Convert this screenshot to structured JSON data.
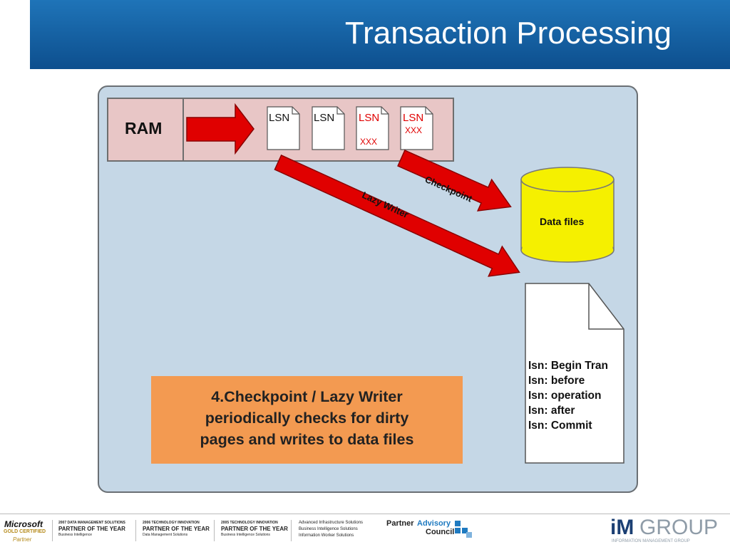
{
  "title": "Transaction Processing",
  "diagram": {
    "ram_label": "RAM",
    "pages": [
      {
        "label": "LSN",
        "sub": ""
      },
      {
        "label": "LSN",
        "sub": ""
      },
      {
        "label": "LSN",
        "sub": "XXX"
      },
      {
        "label": "LSN",
        "sub": "XXX"
      }
    ],
    "checkpoint_label": "Checkpoint",
    "lazy_writer_label": "Lazy Writer",
    "data_files_label": "Data files",
    "log_lines": [
      "Isn: Begin Tran",
      "Isn: before",
      "Isn: operation",
      "Isn: after",
      "Isn: Commit"
    ],
    "callout_lines": [
      "4.Checkpoint / Lazy Writer",
      "periodically checks for dirty",
      "pages and writes to data files"
    ],
    "colors": {
      "arrow_red": "#e00000",
      "cylinder_yellow": "#f5f000",
      "callout_orange": "#f39a51",
      "panel_blue": "#c5d7e6",
      "ram_pink": "#e8c6c6"
    }
  },
  "footer": {
    "microsoft": {
      "brand": "Microsoft",
      "line1": "GOLD CERTIFIED",
      "line2": "Partner"
    },
    "awards": [
      {
        "top": "2007 DATA MANAGEMENT SOLUTIONS",
        "main": "PARTNER OF THE YEAR",
        "sub": "Business Intelligence"
      },
      {
        "top": "2006 TECHNOLOGY INNOVATION",
        "main": "PARTNER OF THE YEAR",
        "sub": "Data Management Solutions"
      },
      {
        "top": "2005 TECHNOLOGY INNOVATION",
        "main": "PARTNER OF THE YEAR",
        "sub": "Business Intelligence Solutions"
      }
    ],
    "solutions": [
      "Advanced Infrastructure Solutions",
      "Business Intelligence Solutions",
      "Information Worker Solutions"
    ],
    "advisory": {
      "partner": "Partner",
      "advisory": "Advisory",
      "council": "Council"
    },
    "logo": {
      "im": "iM",
      "group": "GROUP",
      "tagline": "INFORMATION MANAGEMENT GROUP"
    }
  }
}
